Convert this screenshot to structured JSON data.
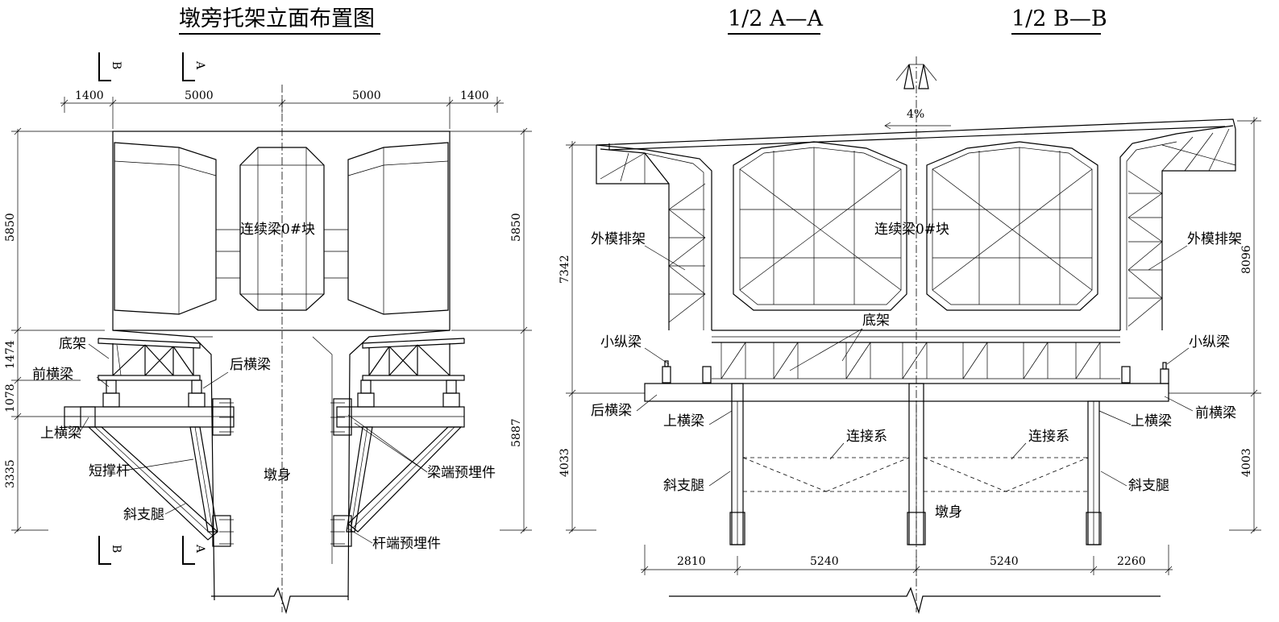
{
  "titles": {
    "left": "墩旁托架立面布置图",
    "mid": "1/2 A—A",
    "right": "1/2 B—B"
  },
  "section_marks": {
    "a": "A",
    "b": "B"
  },
  "left_view": {
    "dims_top": [
      "1400",
      "5000",
      "5000",
      "1400"
    ],
    "dims_left": [
      "5850",
      "1474",
      "1078",
      "3335"
    ],
    "dims_right": [
      "5850",
      "5887"
    ],
    "labels": {
      "block": "连续梁0#块",
      "bottom_frame": "底架",
      "rear_beam": "后横梁",
      "front_beam": "前横梁",
      "upper_beam": "上横梁",
      "short_strut": "短撑杆",
      "diag_leg": "斜支腿",
      "pier": "墩身",
      "beam_embed": "梁端预埋件",
      "rod_embed": "杆端预埋件"
    }
  },
  "right_view": {
    "slope": "4%",
    "dims_bottom": [
      "2810",
      "5240",
      "5240",
      "2260"
    ],
    "dims_left": [
      "7342",
      "4033"
    ],
    "dims_right": [
      "8096",
      "4003"
    ],
    "labels": {
      "block": "连续梁0#块",
      "outer_form_left": "外模排架",
      "outer_form_right": "外模排架",
      "bottom_frame": "底架",
      "small_girder_left": "小纵梁",
      "small_girder_right": "小纵梁",
      "rear_beam": "后横梁",
      "front_beam": "前横梁",
      "upper_beam_left": "上横梁",
      "upper_beam_right": "上横梁",
      "bracing_left": "连接系",
      "bracing_right": "连接系",
      "diag_leg_left": "斜支腿",
      "diag_leg_right": "斜支腿",
      "pier": "墩身"
    }
  }
}
